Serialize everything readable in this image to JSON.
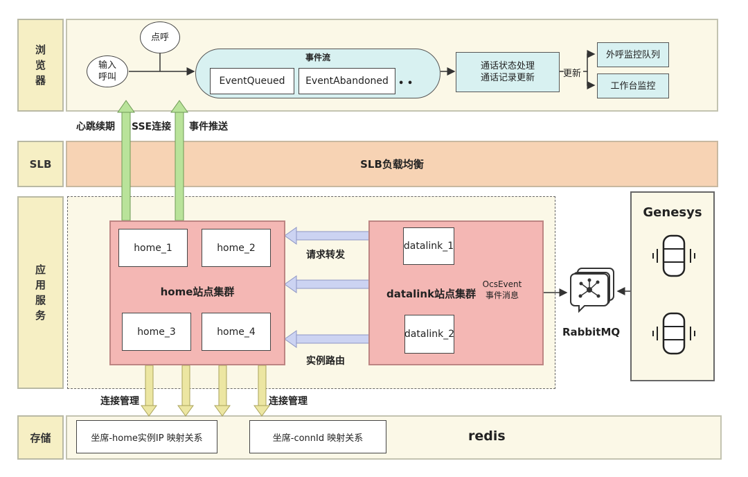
{
  "lanes": {
    "browser": "浏\n览\n器",
    "slb": "SLB",
    "app": "应\n用\n服\n务",
    "storage": "存储"
  },
  "browser": {
    "input_call": "输入\n呼叫",
    "dial": "点呼",
    "event_stream_title": "事件流",
    "event_queued": "EventQueued",
    "event_abandoned": "EventAbandoned",
    "ellipsis": "• •",
    "call_state": "通话状态处理\n通话记录更新",
    "update": "更新",
    "outbound_queue": "外呼监控队列",
    "workbench": "工作台监控"
  },
  "arrows": {
    "heartbeat": "心跳续期",
    "sse": "SSE连接",
    "event_push": "事件推送",
    "request_forward": "请求转发",
    "instance_route": "实例路由",
    "conn_mgmt_left": "连接管理",
    "conn_mgmt_right": "连接管理",
    "ocs_event": "OcsEvent\n事件消息"
  },
  "slb": {
    "title": "SLB负载均衡"
  },
  "app": {
    "home_cluster": "home站点集群",
    "home_1": "home_1",
    "home_2": "home_2",
    "home_3": "home_3",
    "home_4": "home_4",
    "datalink_cluster": "datalink站点集群",
    "datalink_1": "datalink_1",
    "datalink_2": "datalink_2",
    "rabbitmq": "RabbitMQ",
    "genesys": "Genesys"
  },
  "storage": {
    "seat_home": "坐席-home实例IP 映射关系",
    "seat_conn": "坐席-connId 映射关系",
    "redis": "redis"
  },
  "colors": {
    "lane_label_bg": "#f6efc4",
    "browser_bg": "#fbf8e7",
    "slb_bg": "#f7d3b4",
    "cluster_bg": "#f4b7b4",
    "green_arrow": "#b9e39a",
    "blue_arrow": "#ccd3f2",
    "yellow_arrow": "#ece6a2"
  }
}
